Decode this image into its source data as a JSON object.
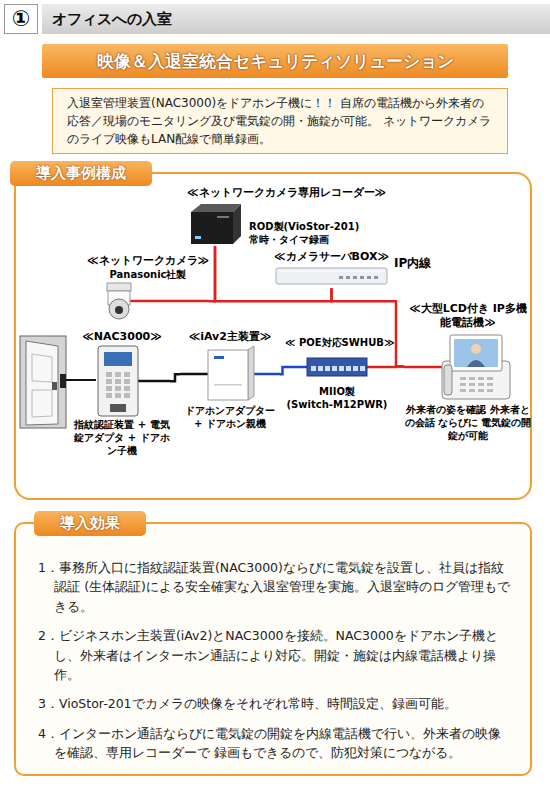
{
  "diagram": {
    "nodes": [
      {
        "text": [
          "①"
        ]
      },
      {
        "text": [
          "オフィスへの入室"
        ]
      },
      {
        "text": [
          "映像＆入退室統合セキュリティソリューション"
        ]
      },
      {
        "text": [
          "入退室管理装置(NAC3000)をドアホン子機に！！ 自席の電話機から外来者の応答／現場のモニタリング及び電気錠の開・施錠が可能。 ネットワークカメラのライブ映像もLAN配線で簡単録画。"
        ]
      },
      {
        "text": [
          "導入事例構成"
        ]
      },
      {
        "text": [
          "≪ネットワークカメラ専用レコーダー≫",
          "ROD製(VioStor-201)",
          "常時・タイマ録画"
        ],
        "in": 4
      },
      {
        "text": [
          "≪カメラサーバBOX≫"
        ],
        "in": 4
      },
      {
        "text": [
          "≪ネットワークカメラ≫",
          "Panasonic社製"
        ],
        "in": 4
      },
      {
        "text": [
          "≪大型LCD付き IP多機能電話機≫",
          "外来者の姿を確認 外来者との会話 ならびに 電気錠の開錠が可能"
        ],
        "in": 4
      },
      {
        "text": [
          "≪NAC3000≫",
          "指紋認証装置 + 電気錠アダプタ + ドアホン子機"
        ],
        "in": 4
      },
      {
        "text": [
          "≪iAv2主装置≫",
          "ドアホンアダプター + ドアホン親機"
        ],
        "in": 4
      },
      {
        "text": [
          "≪ POE対応SWHUB≫",
          "MIIO製",
          "(Switch-M12PWR)"
        ],
        "in": 4
      },
      {
        "text": [
          "導入効果",
          "1．事務所入口に指紋認証装置(NAC3000)ならびに電気錠を設置し、社員は指紋認証 (生体認証)による安全確実な入退室管理を実施。入退室時のログ管理もできる。",
          "2．ビジネスホン主装置(iAv2)とNAC3000を接続。NAC3000をドアホン子機とし、外来者はインターホン通話により対応。開錠・施錠は内線電話機より操作。",
          "3．VioStor-201でカメラの映像をそれぞれ常時、時間設定、録画可能。",
          "4．インターホン通話ならびに電気錠の開錠を内線電話機で行い、外来者の映像を確認、専用レコーダーで 録画もできるので、防犯対策につながる。"
        ]
      }
    ],
    "edges": [
      {
        "from": 7,
        "to": 5,
        "arrow": "none"
      },
      {
        "from": 5,
        "to": 6,
        "arrow": "none"
      },
      {
        "from": 6,
        "to": 8,
        "arrow": "none"
      },
      {
        "from": 9,
        "to": 10,
        "arrow": "none"
      },
      {
        "from": 10,
        "to": 11,
        "arrow": "none"
      },
      {
        "from": 11,
        "to": 8,
        "arrow": "none"
      }
    ],
    "labels": [
      "IP内線"
    ]
  }
}
